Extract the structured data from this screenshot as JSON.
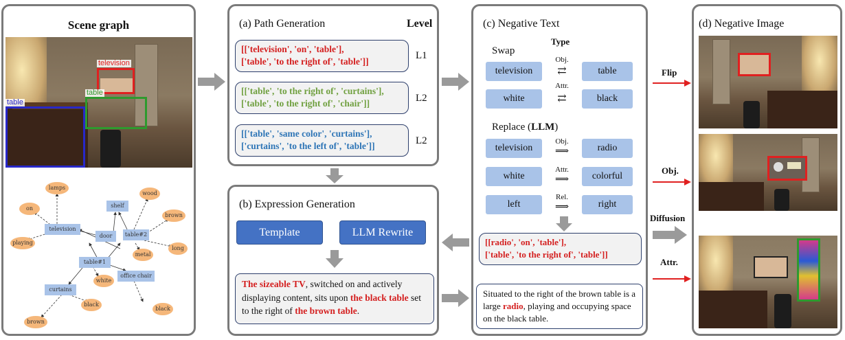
{
  "scene_graph": {
    "title": "Scene graph",
    "bbox_labels": [
      "television",
      "table",
      "table"
    ],
    "nodes": [
      "lamps",
      "on",
      "television",
      "playing",
      "shelf",
      "door",
      "table#2",
      "wood",
      "brown",
      "long",
      "metal",
      "table#1",
      "white",
      "office chair",
      "curtains",
      "black",
      "black",
      "brown"
    ]
  },
  "path_generation": {
    "title": "(a) Path Generation",
    "level_header": "Level",
    "paths": [
      {
        "line1": "[['television', 'on', 'table'],",
        "line2": "['table', 'to the right of', 'table']]",
        "level": "L1",
        "color": "#d42020"
      },
      {
        "line1": "[['table', 'to the right of', 'curtains'],",
        "line2": "['table', 'to the right of', 'chair']]",
        "level": "L2",
        "color": "#70a040"
      },
      {
        "line1": "[['table', 'same color', 'curtains'],",
        "line2": "['curtains', 'to the left of', 'table']]",
        "level": "L2",
        "color": "#2e75b6"
      }
    ]
  },
  "expression_generation": {
    "title": "(b) Expression Generation",
    "template_label": "Template",
    "rewrite_label": "LLM Rewrite",
    "segments": [
      {
        "text": "The sizeable TV",
        "red": true
      },
      {
        "text": ", switched on and actively displaying content, sits upon ",
        "red": false
      },
      {
        "text": "the black table",
        "red": true
      },
      {
        "text": " set to the right of ",
        "red": false
      },
      {
        "text": "the brown table",
        "red": true
      },
      {
        "text": ".",
        "red": false
      }
    ]
  },
  "negative_text": {
    "title": "(c) Negative Text",
    "type_header": "Type",
    "swap_label": "Swap",
    "replace_label": "Replace (",
    "replace_llm": "LLM",
    "replace_close": ")",
    "swap": [
      {
        "left": "television",
        "type": "Obj.",
        "right": "table"
      },
      {
        "left": "white",
        "type": "Attr.",
        "right": "black"
      }
    ],
    "replace": [
      {
        "left": "television",
        "type": "Obj.",
        "right": "radio"
      },
      {
        "left": "white",
        "type": "Attr.",
        "right": "colorful"
      },
      {
        "left": "left",
        "type": "Rel.",
        "right": "right"
      }
    ],
    "result_line1": "[[radio', 'on', 'table'],",
    "result_line2": "['table', 'to the right of', 'table']]",
    "sentence": [
      {
        "text": "Situated to the right of the brown table is a large ",
        "red": false
      },
      {
        "text": "radio",
        "red": true
      },
      {
        "text": ", playing and occupying space on the black table.",
        "red": false
      }
    ]
  },
  "negative_image": {
    "title": "(d) Negative Image",
    "labels": [
      "Flip",
      "Obj.",
      "Diffusion",
      "Attr."
    ]
  },
  "colors": {
    "panel_border": "#7a7a7a",
    "red": "#d42020",
    "green": "#70a040",
    "blue": "#2e75b6",
    "token": "#a9c3e8",
    "button": "#4472c4",
    "oval": "#f5b77a"
  }
}
